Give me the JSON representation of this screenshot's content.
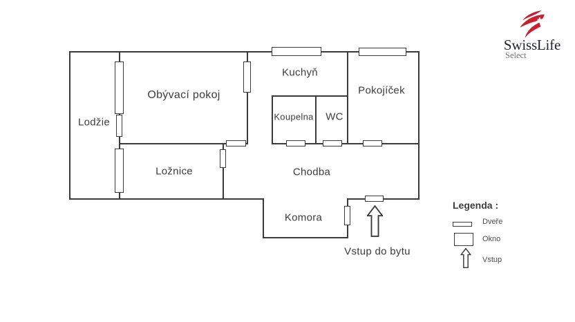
{
  "floorplan": {
    "rooms": {
      "lodzie": "Lodžie",
      "obyvaci_pokoj": "Obývací pokoj",
      "kuchyn": "Kuchyň",
      "pokojicek": "Pokojíček",
      "koupelna": "Koupelna",
      "wc": "WC",
      "loznice": "Ložnice",
      "chodba": "Chodba",
      "komora": "Komora"
    },
    "entrance_label": "Vstup do bytu",
    "colors": {
      "wall": "#3a3a3a",
      "text": "#3c3c3c",
      "background": "#ffffff"
    }
  },
  "legend": {
    "title": "Legenda :",
    "items": [
      {
        "symbol": "door-symbol",
        "label": "Dveře"
      },
      {
        "symbol": "window-symbol",
        "label": "Okno"
      },
      {
        "symbol": "entrance-arrow-symbol",
        "label": "Vstup"
      }
    ]
  },
  "logo": {
    "brand": "SwissLife",
    "sub_brand": "Select",
    "accent_color": "#c91f2e"
  }
}
